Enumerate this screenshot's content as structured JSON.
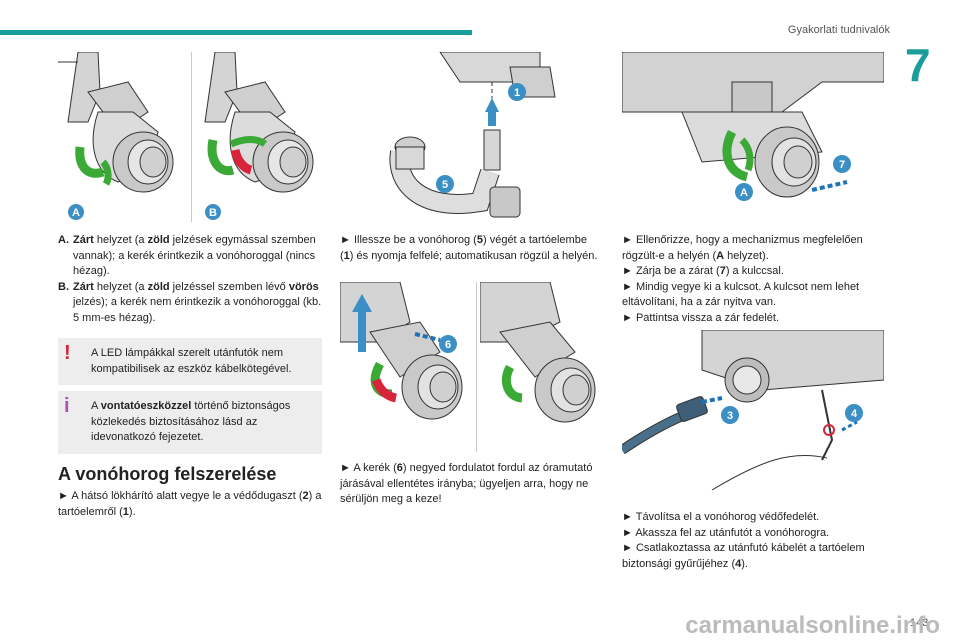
{
  "header": {
    "section_title": "Gyakorlati tudnivalók",
    "chapter_number": "7",
    "page_number": "143"
  },
  "figures": {
    "fig_a_label": "A",
    "fig_b_label": "B",
    "fig_top_mid_labels": [
      "1",
      "5"
    ],
    "fig_top_right_labels": [
      "7",
      "A"
    ],
    "fig_mid_left_label": "6",
    "fig_bottom_right_labels": [
      "3",
      "4"
    ]
  },
  "left_column": {
    "definitions": [
      {
        "term": "A.",
        "parts": [
          "Zárt",
          " helyzet (a ",
          "zöld",
          " jelzések egymással szemben vannak); a kerék érintkezik a vonóhoroggal (nincs hézag)."
        ]
      },
      {
        "term": "B.",
        "parts": [
          "Zárt",
          " helyzet (a ",
          "zöld",
          " jelzéssel szemben lévő ",
          "vörös",
          " jelzés); a kerék nem érintkezik a vonóhoroggal (kb. 5 mm-es hézag)."
        ]
      }
    ],
    "warning_mark": "!",
    "warning_text": "A LED lámpákkal szerelt utánfutók nem kompatibilisek az eszköz kábelkötegével.",
    "info_mark": "i",
    "info_bold": "vontatóeszközzel",
    "info_pre": "A ",
    "info_post": " történő biztonságos közlekedés biztosításához lásd az idevonatkozó fejezetet.",
    "section_heading": "A vonóhorog felszerelése",
    "step_text_pre": "► A hátsó lökhárító alatt vegye le a védődugaszt (",
    "step_num_1": "2",
    "step_text_mid": ") a tartóelemről (",
    "step_num_2": "1",
    "step_text_post": ")."
  },
  "middle_column": {
    "para1_pre": "► Illessze be a vonóhorog (",
    "para1_n1": "5",
    "para1_mid": ") végét a tartóelembe (",
    "para1_n2": "1",
    "para1_post": ") és nyomja felfelé; automatikusan rögzül a helyén.",
    "para2_pre": "► A kerék (",
    "para2_n1": "6",
    "para2_post": ") negyed fordulatot fordul az óramutató járásával ellentétes irányba; ügyeljen arra, hogy ne sérüljön meg a keze!"
  },
  "right_column": {
    "lines_top": [
      "► Ellenőrizze, hogy a mechanizmus megfelelően rögzült-e a helyén (",
      "A",
      " helyzet).",
      "► Zárja be a zárat (",
      "7",
      ") a kulccsal.",
      "► Mindig vegye ki a kulcsot. A kulcsot nem lehet eltávolítani, ha a zár nyitva van.",
      "► Pattintsa vissza a zár fedelét."
    ],
    "lines_bottom": [
      "► Távolítsa el a vonóhorog védőfedelét.",
      "► Akassza fel az utánfutót a vonóhorogra.",
      "► Csatlakoztassa az utánfutó kábelét a tartóelem biztonsági gyűrűjéhez (",
      "4",
      ")."
    ]
  },
  "footer": {
    "watermark": "carmanualsonline.info"
  },
  "colors": {
    "accent": "#1a9e9c",
    "green_mark": "#3aa935",
    "red_mark": "#d8243a",
    "badge_blue": "#3b8fc4",
    "arrow_blue": "#1e72b8"
  }
}
